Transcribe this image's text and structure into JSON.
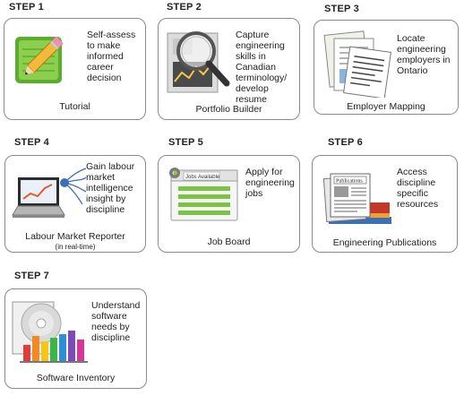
{
  "steps": [
    {
      "step": "STEP 1",
      "desc": "Self-assess to make informed career decision",
      "title": "Tutorial",
      "icon": "pencil-notepad-icon"
    },
    {
      "step": "STEP 2",
      "desc": "Capture engineering skills in Canadian terminology/ develop resume",
      "title": "Portfolio Builder",
      "icon": "magnifier-portfolio-icon"
    },
    {
      "step": "STEP 3",
      "desc": "Locate engineering employers in Ontario",
      "title": "Employer Mapping",
      "icon": "documents-icon"
    },
    {
      "step": "STEP 4",
      "desc": "Gain labour market intelligence insight by discipline",
      "title": "Labour Market Reporter",
      "subtitle": "(in real-time)",
      "icon": "laptop-chart-icon"
    },
    {
      "step": "STEP 5",
      "desc": "Apply for engineering jobs",
      "title": "Job Board",
      "icon": "jobs-window-icon",
      "window_label": "Jobs Available"
    },
    {
      "step": "STEP 6",
      "desc": "Access discipline specific resources",
      "title": "Engineering Publications",
      "icon": "publications-icon",
      "paper_label": "Publications"
    },
    {
      "step": "STEP 7",
      "desc": "Understand software needs by discipline",
      "title": "Software Inventory",
      "icon": "software-disc-chart-icon"
    }
  ]
}
